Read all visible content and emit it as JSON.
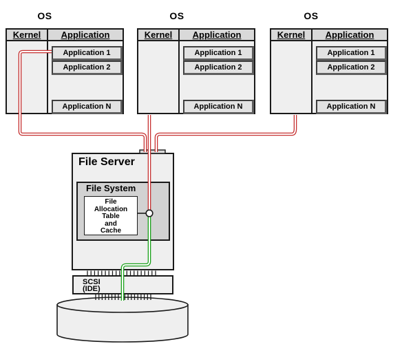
{
  "os_boxes": [
    {
      "title": "OS",
      "kernel_label": "Kernel",
      "application_label": "Application",
      "apps": [
        "Application 1",
        "Application 2",
        "Application N"
      ]
    },
    {
      "title": "OS",
      "kernel_label": "Kernel",
      "application_label": "Application",
      "apps": [
        "Application 1",
        "Application 2",
        "Application N"
      ]
    },
    {
      "title": "OS",
      "kernel_label": "Kernel",
      "application_label": "Application",
      "apps": [
        "Application 1",
        "Application 2",
        "Application N"
      ]
    }
  ],
  "file_server": {
    "title": "File Server",
    "file_system": {
      "title": "File System",
      "fat": {
        "lines": [
          "File",
          "Allocation",
          "Table",
          "and",
          "Cache"
        ]
      }
    }
  },
  "storage_interface": {
    "line1": "SCSI",
    "line2": "(IDE)"
  },
  "colors": {
    "request_line_red": "#c63131",
    "data_line_green": "#1aa11a"
  }
}
